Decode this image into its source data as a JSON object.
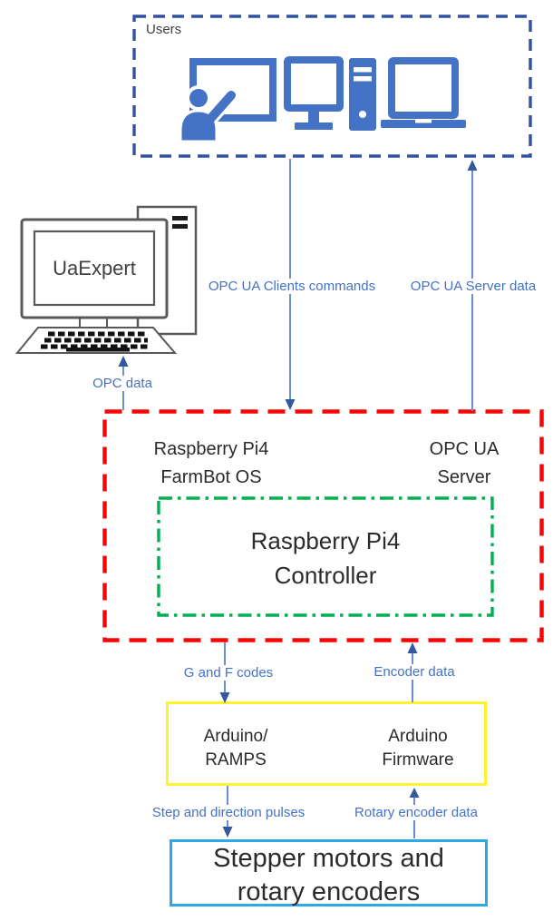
{
  "diagram": {
    "users_box": {
      "label": "Users"
    },
    "uaexpert": {
      "screen_label": "UaExpert"
    },
    "arrows": {
      "opc_data": "OPC data",
      "clients_commands": "OPC UA Clients commands",
      "server_data": "OPC UA Server data",
      "g_f_codes": "G and F codes",
      "encoder_data": "Encoder data",
      "step_pulses": "Step and direction pulses",
      "rotary_data": "Rotary encoder data"
    },
    "raspberry_box": {
      "os_label": "Raspberry Pi4\nFarmBot OS",
      "server_label": "OPC UA\nServer",
      "controller_label": "Raspberry Pi4\nController"
    },
    "arduino_box": {
      "left_label": "Arduino/\nRAMPS",
      "right_label": "Arduino\nFirmware"
    },
    "motors_box": {
      "label": "Stepper motors and\nrotary encoders"
    },
    "colors": {
      "users_border_blue": "#3151A1",
      "icon_blue": "#4472C4",
      "label_blue": "#4472C4",
      "raspberry_border_red": "#FC0303",
      "controller_border_green": "#00B050",
      "arduino_border_yellow": "#FDF42E",
      "motors_border_cyan": "#29ABE8",
      "arrow_line_blue": "#6C8FD2",
      "arrow_head_blue": "#35599F",
      "dark_text": "#2b2b2b",
      "computer_outline_gray": "#595959"
    }
  }
}
